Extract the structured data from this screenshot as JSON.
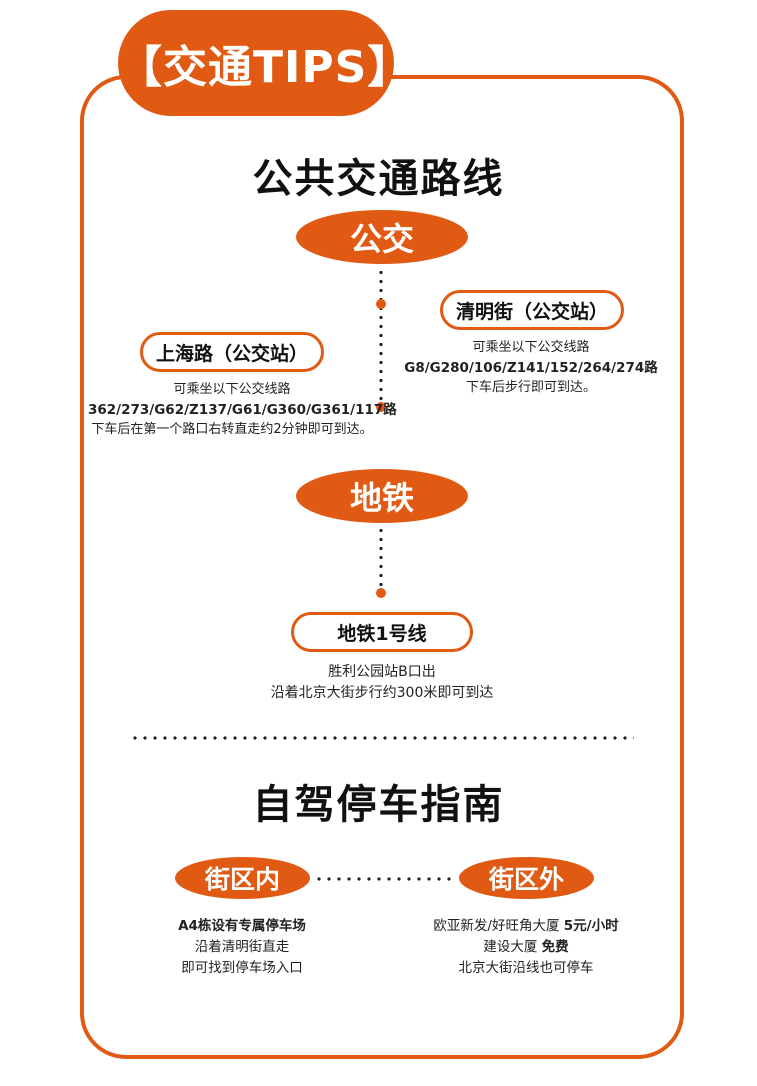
{
  "header": {
    "title": "【交通TIPS】"
  },
  "transit": {
    "title": "公共交通路线",
    "bus": {
      "label": "公交",
      "right": {
        "name": "清明街（公交站）",
        "line1": "可乘坐以下公交线路",
        "line2": "G8/G280/106/Z141/152/264/274路",
        "line3": "下车后步行即可到达。"
      },
      "left": {
        "name": "上海路（公交站）",
        "line1": "可乘坐以下公交线路",
        "line2": "362/273/G62/Z137/G61/G360/G361/117路",
        "line3": "下车后在第一个路口右转直走约2分钟即可到达。"
      }
    },
    "metro": {
      "label": "地铁",
      "line_name": "地铁1号线",
      "line1": "胜利公园站B口出",
      "line2": "沿着北京大街步行约300米即可到达"
    }
  },
  "parking": {
    "title": "自驾停车指南",
    "inside": {
      "label": "街区内",
      "line1": "A4栋设有专属停车场",
      "line2": "沿着清明街直走",
      "line3": "即可找到停车场入口"
    },
    "outside": {
      "label": "街区外",
      "line1_a": "欧亚新发/好旺角大厦 ",
      "line1_b": "5元/小时",
      "line2_a": "建设大厦 ",
      "line2_b": "免费",
      "line3": "北京大街沿线也可停车"
    }
  },
  "colors": {
    "accent": "#e05a14",
    "text": "#1a1a1a"
  }
}
